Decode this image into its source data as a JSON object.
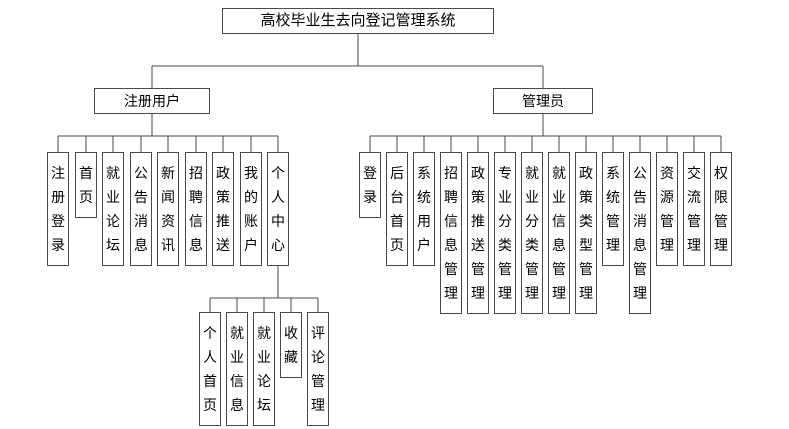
{
  "tree": {
    "root": "高校毕业生去向登记管理系统",
    "left": {
      "label": "注册用户",
      "children": [
        "注册登录",
        "首页",
        "就业论坛",
        "公告消息",
        "新闻资讯",
        "招聘信息",
        "政策推送",
        "我的账户",
        "个人中心"
      ],
      "personal_center": [
        "个人首页",
        "就业信息",
        "就业论坛",
        "收藏",
        "评论管理"
      ]
    },
    "right": {
      "label": "管理员",
      "children": [
        "登录",
        "后台首页",
        "系统用户",
        "招聘信息管理",
        "政策推送管理",
        "专业分类管理",
        "就业分类管理",
        "就业信息管理",
        "政策类型管理",
        "系统管理",
        "公告消息管理",
        "资源管理",
        "交流管理",
        "权限管理"
      ]
    }
  },
  "colors": {
    "background": "#ffffff",
    "border": "#4a4a4a",
    "line": "#4a4a4a",
    "text": "#000000"
  }
}
